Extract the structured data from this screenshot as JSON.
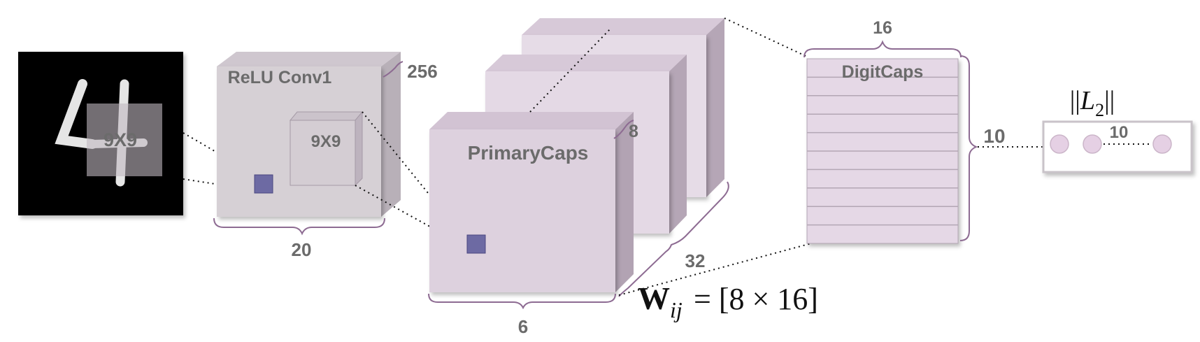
{
  "colors": {
    "face_light": "#e6dbe7",
    "face_top": "#d6c7d6",
    "face_side": "#b7a8b8",
    "conv_face": "#d7d1d6",
    "brace": "#8d6b92",
    "kernel": "#6d6aa3",
    "label": "#6b6b6b"
  },
  "input": {
    "kernel_label": "9X9"
  },
  "conv1": {
    "title": "ReLU Conv1",
    "kernel_label": "9X9",
    "depth_label": "256",
    "width_label": "20"
  },
  "primary": {
    "title": "PrimaryCaps",
    "depth_label": "8",
    "width_label": "6",
    "stack_label": "32"
  },
  "weights": {
    "symbol": "W",
    "subscript": "ij",
    "equals": "= [8 × 16]"
  },
  "digitcaps": {
    "title": "DigitCaps",
    "width_label": "16",
    "height_label": "10"
  },
  "norm": {
    "label_left": "||",
    "symbol": "L",
    "subscript": "2",
    "label_right": "||",
    "count_label": "10"
  }
}
